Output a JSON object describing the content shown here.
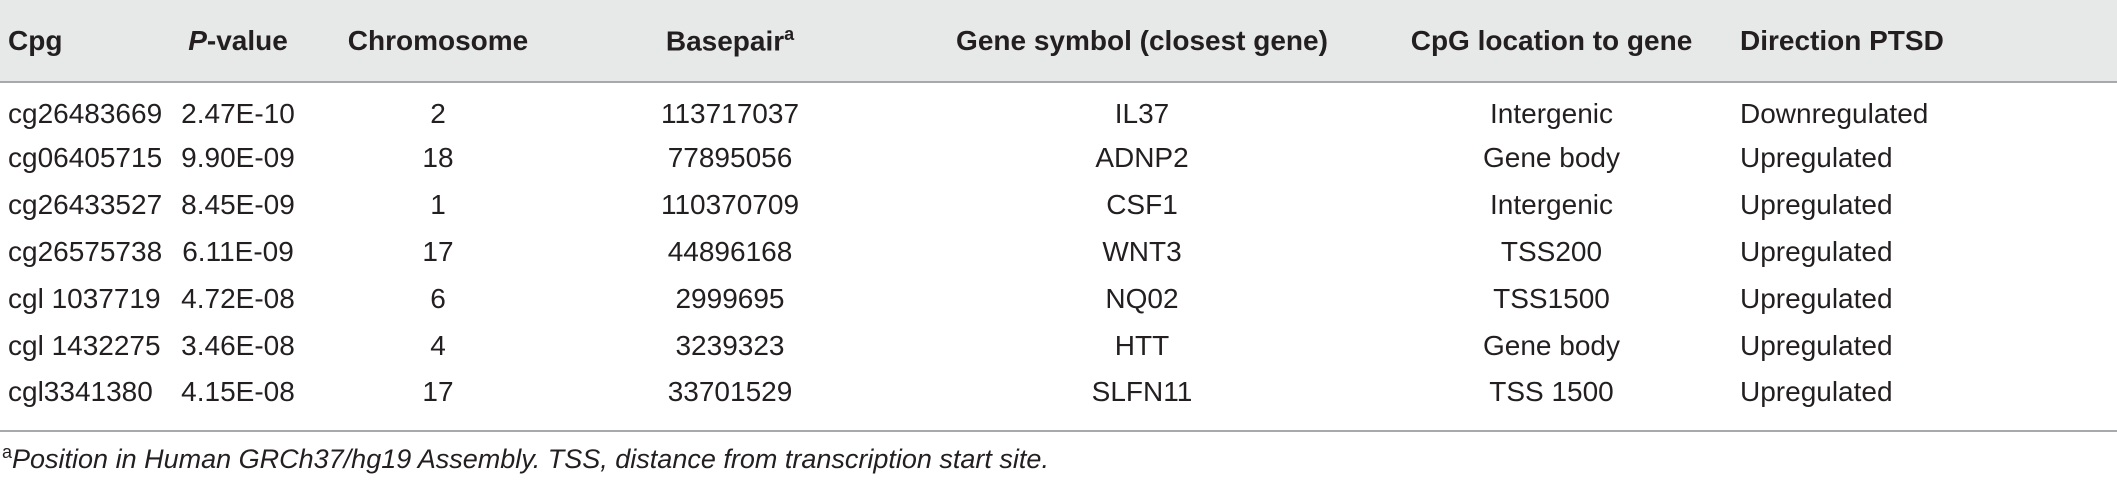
{
  "table": {
    "headers": {
      "cpg": "Cpg",
      "pvalue_italic": "P",
      "pvalue_rest": "-value",
      "chromosome": "Chromosome",
      "basepair": "Basepair",
      "basepair_sup": "a",
      "gene_symbol": "Gene symbol (closest gene)",
      "cpg_location": "CpG location to gene",
      "direction": "Direction PTSD"
    },
    "rows": [
      {
        "cpg": "cg26483669",
        "pvalue": "2.47E-10",
        "chromosome": "2",
        "basepair": "113717037",
        "gene": "IL37",
        "location": "Intergenic",
        "direction": "Downregulated"
      },
      {
        "cpg": "cg06405715",
        "pvalue": "9.90E-09",
        "chromosome": "18",
        "basepair": "77895056",
        "gene": "ADNP2",
        "location": "Gene body",
        "direction": "Upregulated"
      },
      {
        "cpg": "cg26433527",
        "pvalue": "8.45E-09",
        "chromosome": "1",
        "basepair": "110370709",
        "gene": "CSF1",
        "location": "Intergenic",
        "direction": "Upregulated"
      },
      {
        "cpg": "cg26575738",
        "pvalue": "6.11E-09",
        "chromosome": "17",
        "basepair": "44896168",
        "gene": "WNT3",
        "location": "TSS200",
        "direction": "Upregulated"
      },
      {
        "cpg": "cgl 1037719",
        "pvalue": "4.72E-08",
        "chromosome": "6",
        "basepair": "2999695",
        "gene": "NQ02",
        "location": "TSS1500",
        "direction": "Upregulated"
      },
      {
        "cpg": "cgl 1432275",
        "pvalue": "3.46E-08",
        "chromosome": "4",
        "basepair": "3239323",
        "gene": "HTT",
        "location": "Gene body",
        "direction": "Upregulated"
      },
      {
        "cpg": "cgl3341380",
        "pvalue": "4.15E-08",
        "chromosome": "17",
        "basepair": "33701529",
        "gene": "SLFN11",
        "location": "TSS 1500",
        "direction": "Upregulated"
      }
    ]
  },
  "footnote": {
    "marker": "a",
    "text": "Position in Human GRCh37/hg19 Assembly. TSS, distance from transcription start site."
  }
}
